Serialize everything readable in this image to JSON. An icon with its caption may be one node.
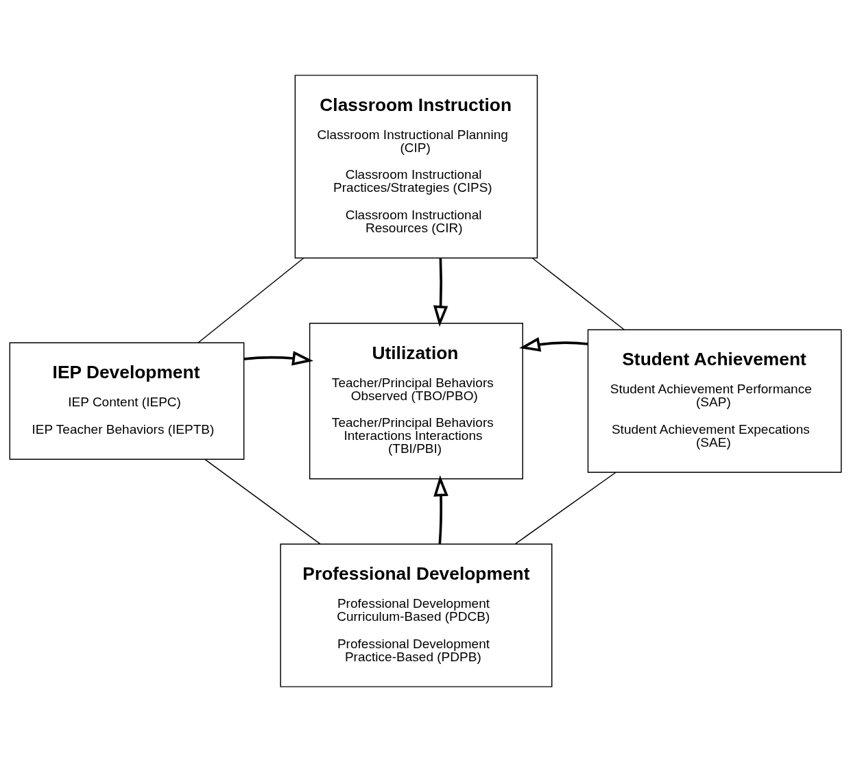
{
  "diagram": {
    "nodes": [
      {
        "text": [
          "Classroom Instruction",
          "Classroom Instructional Planning (CIP)",
          "Classroom Instructional Practices/Strategies (CIPS)",
          "Classroom Instructional Resources (CIR)"
        ]
      },
      {
        "text": [
          "IEP Development",
          "IEP Content (IEPC)",
          "IEP Teacher Behaviors (IEPTB)"
        ]
      },
      {
        "text": [
          "Utilization",
          "Teacher/Principal Behaviors Observed (TBO/PBO)",
          "Teacher/Principal Behaviors Interactions Interactions (TBI/PBI)"
        ]
      },
      {
        "text": [
          "Student Achievement",
          "Student Achievement Performance (SAP)",
          "Student Achievement Expecations (SAE)"
        ]
      },
      {
        "text": [
          "Professional Development",
          "Professional Development Curriculum-Based (PDCB)",
          "Professional Development Practice-Based (PDPB)"
        ]
      }
    ],
    "edges": [
      {
        "from": 0,
        "to": 2,
        "arrow": "to",
        "style": "thick"
      },
      {
        "from": 1,
        "to": 2,
        "arrow": "to",
        "style": "thick"
      },
      {
        "from": 3,
        "to": 2,
        "arrow": "to",
        "style": "thick"
      },
      {
        "from": 4,
        "to": 2,
        "arrow": "to",
        "style": "thick"
      },
      {
        "from": 1,
        "to": 0,
        "arrow": "none"
      },
      {
        "from": 0,
        "to": 3,
        "arrow": "none"
      },
      {
        "from": 1,
        "to": 4,
        "arrow": "none"
      },
      {
        "from": 3,
        "to": 4,
        "arrow": "none"
      }
    ]
  }
}
